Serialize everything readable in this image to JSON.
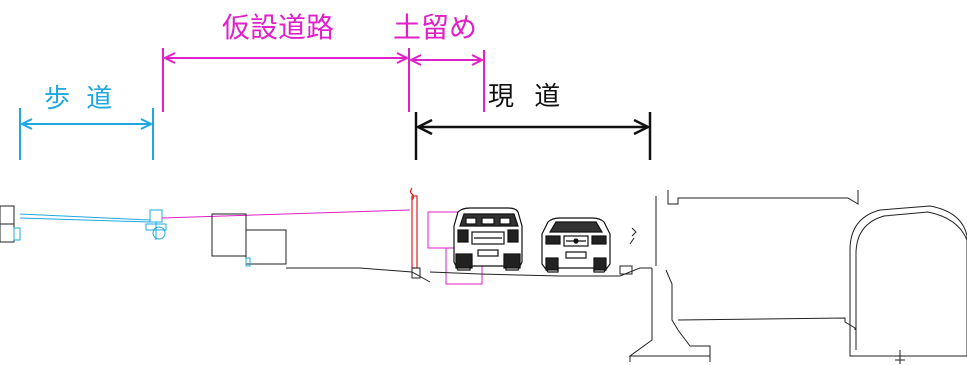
{
  "labels": {
    "sidewalk": "歩 道",
    "temporary_road": "仮設道路",
    "earth_retaining": "土留め",
    "existing_road": "現 道"
  },
  "colors": {
    "sidewalk": "#1fa8e0",
    "temporary_road": "#e020c8",
    "earth_retaining": "#e020c8",
    "existing_road": "#111111",
    "retaining_wall": "#e02020",
    "structure": "#222222"
  }
}
